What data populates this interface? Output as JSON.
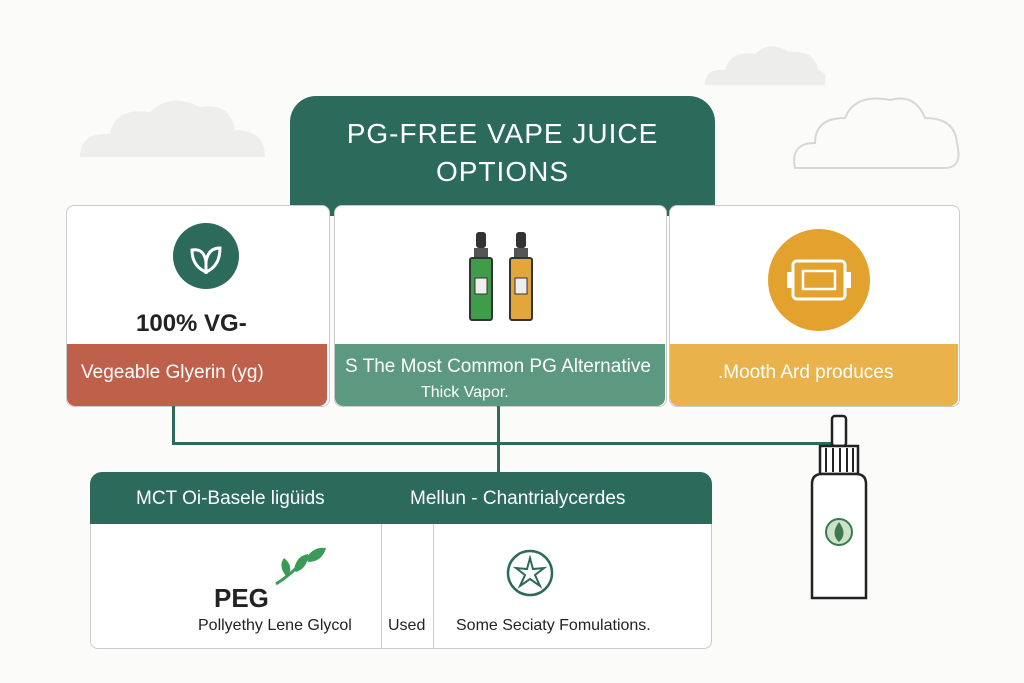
{
  "title": {
    "line1": "PG-FREE VAPE JUICE",
    "line2": "OPTIONS"
  },
  "top_panels": {
    "vg_heading": "100% VG-",
    "band_left": "Vegeable Glyerin (yg)",
    "band_middle_line1": "S  The  Most  Common  PG  Alternative",
    "band_middle_line2": "Thick  Vapor.",
    "band_right": ".Mooth  Ard  produces"
  },
  "bottom_panel": {
    "header_left": "MCT  Oi-Basele  ligüids",
    "header_right": "Mellun -  Chantrialycerdes",
    "peg_heading": "PEG",
    "peg_desc": "Pollyethy Lene  Glycol",
    "used": "Used",
    "specialty": "Some  Seciaty  Fomulations."
  },
  "colors": {
    "dark_green": "#2c6a5b",
    "mid_green": "#5c9980",
    "red": "#bf604a",
    "yellow": "#e9b24a"
  },
  "icons": [
    "leaf-circle-icon",
    "dropper-bottles-icon",
    "battery-circle-icon",
    "leaf-sprig-icon",
    "star-badge-icon",
    "dropper-bottle-icon"
  ]
}
